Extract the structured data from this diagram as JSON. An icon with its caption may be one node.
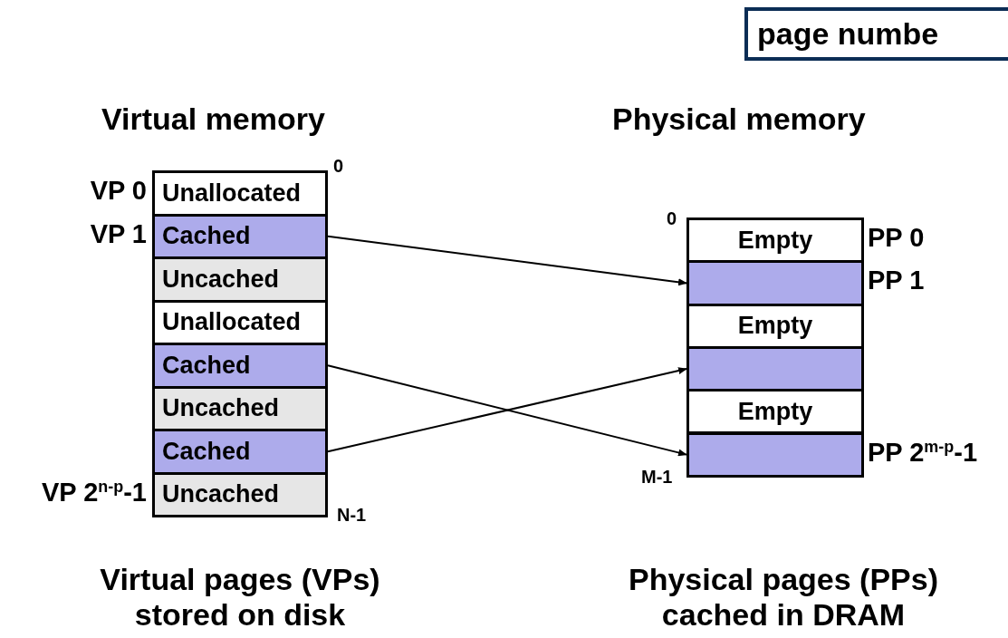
{
  "diagram": {
    "nodes": [
      {
        "text": [
          "Unallocated"
        ],
        "beside": [
          "VP 0"
        ]
      },
      {
        "text": [
          "Cached"
        ],
        "beside": [
          "VP 1"
        ]
      },
      {
        "text": [
          "Uncached"
        ]
      },
      {
        "text": [
          "Unallocated"
        ]
      },
      {
        "text": [
          "Cached"
        ]
      },
      {
        "text": [
          "Uncached"
        ]
      },
      {
        "text": [
          "Cached"
        ]
      },
      {
        "text": [
          "Uncached"
        ],
        "beside": [
          "VP 2$^{n-p}$-1"
        ]
      },
      {
        "text": [
          "Empty"
        ],
        "beside": [
          "PP 0"
        ]
      },
      {
        "text": [],
        "shape": "box",
        "beside": [
          "PP 1"
        ]
      },
      {
        "text": [
          "Empty"
        ]
      },
      {
        "text": [],
        "shape": "box"
      },
      {
        "text": [
          "Empty"
        ]
      },
      {
        "text": [],
        "shape": "box",
        "beside": [
          "PP 2$^{m-p}$-1"
        ]
      }
    ],
    "edges": [
      {
        "from": 1,
        "to": 9,
        "arrow": "to"
      },
      {
        "from": 4,
        "to": 13,
        "arrow": "to"
      },
      {
        "from": 6,
        "to": 11,
        "arrow": "to"
      }
    ],
    "labels": [
      "page numbe",
      "Virtual memory",
      "Physical memory",
      "0",
      "0",
      "N-1",
      "M-1",
      "Virtual pages (VPs) stored on disk",
      "Physical pages (PPs) cached in DRAM"
    ]
  }
}
